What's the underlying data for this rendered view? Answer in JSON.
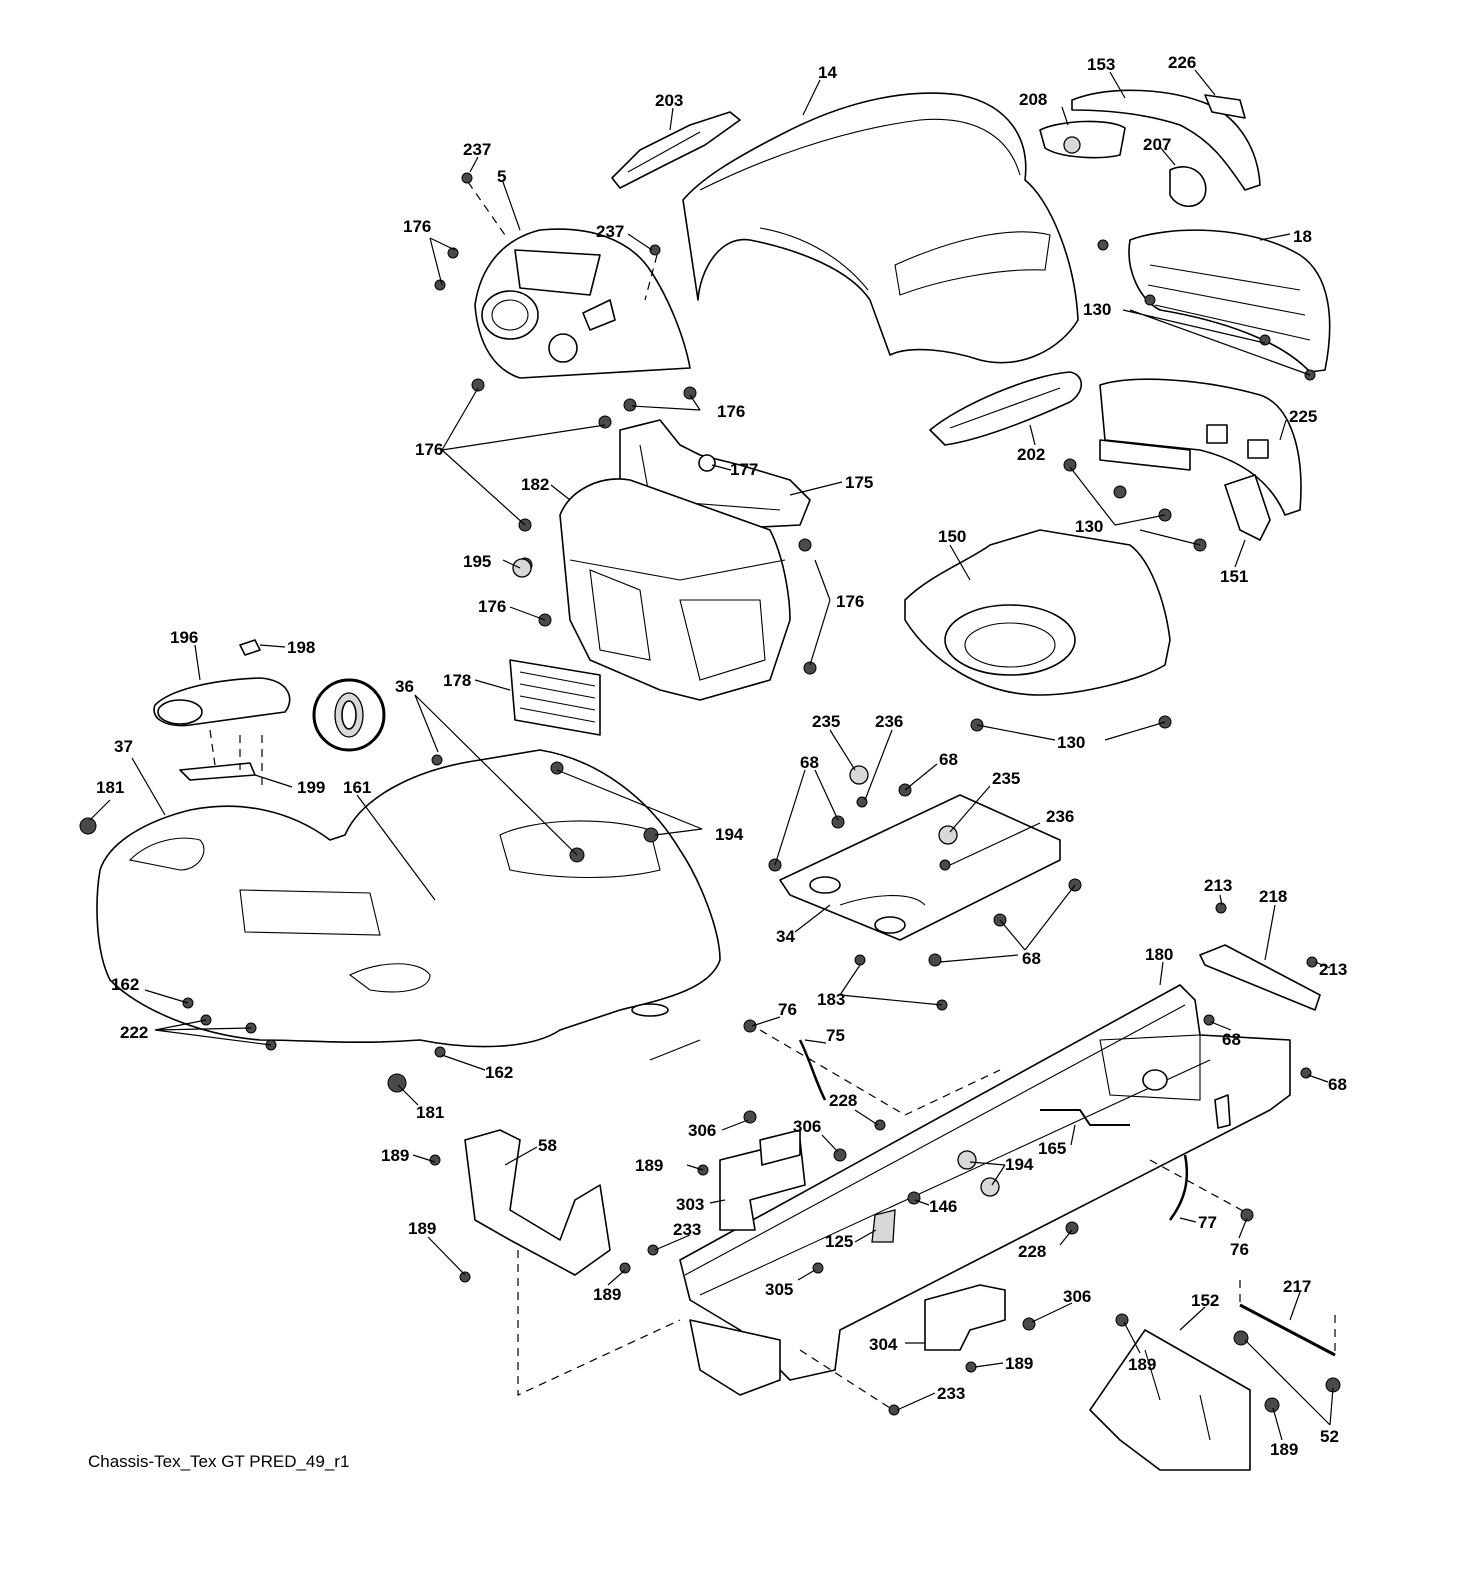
{
  "caption": "Chassis-Tex_Tex GT PRED_49_r1",
  "callouts": [
    {
      "label": "14"
    },
    {
      "label": "153"
    },
    {
      "label": "226"
    },
    {
      "label": "203"
    },
    {
      "label": "208"
    },
    {
      "label": "237"
    },
    {
      "label": "5"
    },
    {
      "label": "207"
    },
    {
      "label": "176"
    },
    {
      "label": "237"
    },
    {
      "label": "18"
    },
    {
      "label": "130"
    },
    {
      "label": "176"
    },
    {
      "label": "176"
    },
    {
      "label": "225"
    },
    {
      "label": "202"
    },
    {
      "label": "177"
    },
    {
      "label": "182"
    },
    {
      "label": "175"
    },
    {
      "label": "130"
    },
    {
      "label": "150"
    },
    {
      "label": "151"
    },
    {
      "label": "195"
    },
    {
      "label": "176"
    },
    {
      "label": "176"
    },
    {
      "label": "196"
    },
    {
      "label": "198"
    },
    {
      "label": "36"
    },
    {
      "label": "178"
    },
    {
      "label": "235"
    },
    {
      "label": "236"
    },
    {
      "label": "130"
    },
    {
      "label": "37"
    },
    {
      "label": "68"
    },
    {
      "label": "68"
    },
    {
      "label": "181"
    },
    {
      "label": "199"
    },
    {
      "label": "161"
    },
    {
      "label": "235"
    },
    {
      "label": "194"
    },
    {
      "label": "236"
    },
    {
      "label": "213"
    },
    {
      "label": "218"
    },
    {
      "label": "34"
    },
    {
      "label": "68"
    },
    {
      "label": "180"
    },
    {
      "label": "213"
    },
    {
      "label": "162"
    },
    {
      "label": "183"
    },
    {
      "label": "222"
    },
    {
      "label": "76"
    },
    {
      "label": "68"
    },
    {
      "label": "75"
    },
    {
      "label": "162"
    },
    {
      "label": "68"
    },
    {
      "label": "181"
    },
    {
      "label": "228"
    },
    {
      "label": "306"
    },
    {
      "label": "306"
    },
    {
      "label": "58"
    },
    {
      "label": "189"
    },
    {
      "label": "194"
    },
    {
      "label": "165"
    },
    {
      "label": "189"
    },
    {
      "label": "146"
    },
    {
      "label": "303"
    },
    {
      "label": "77"
    },
    {
      "label": "189"
    },
    {
      "label": "233"
    },
    {
      "label": "125"
    },
    {
      "label": "228"
    },
    {
      "label": "76"
    },
    {
      "label": "305"
    },
    {
      "label": "189"
    },
    {
      "label": "217"
    },
    {
      "label": "306"
    },
    {
      "label": "152"
    },
    {
      "label": "304"
    },
    {
      "label": "189"
    },
    {
      "label": "189"
    },
    {
      "label": "233"
    },
    {
      "label": "189"
    },
    {
      "label": "52"
    }
  ]
}
